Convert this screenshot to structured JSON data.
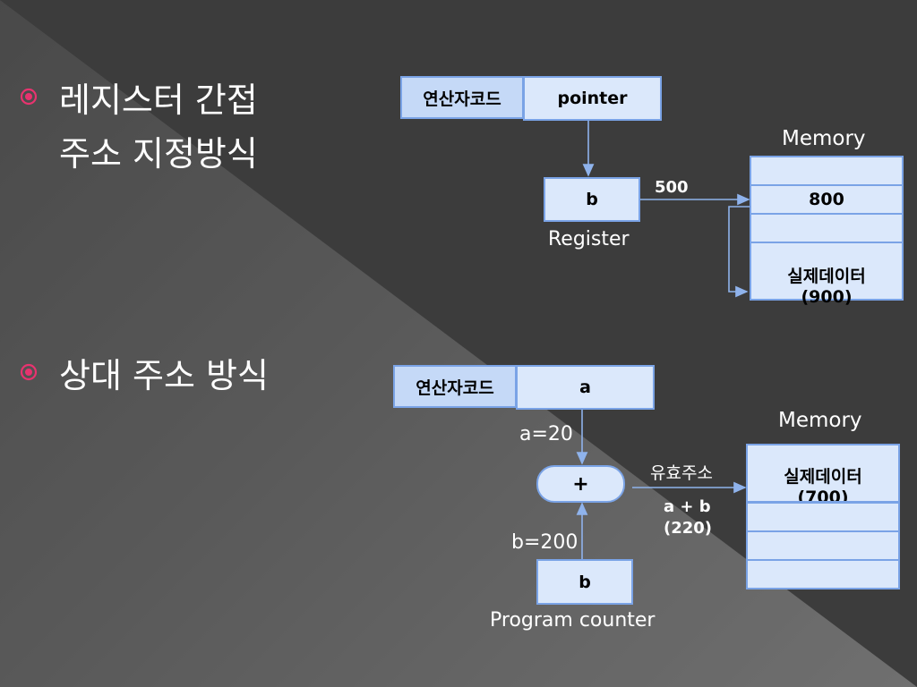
{
  "bullets": {
    "first_line1": "레지스터 간접",
    "first_line2": "주소 지정방식",
    "second": "상대 주소 방식"
  },
  "top": {
    "opcode": "연산자코드",
    "operand": "pointer",
    "register_value": "b",
    "register_label": "Register",
    "arrow_label": "500",
    "memory_title": "Memory",
    "memory_cells": [
      "",
      "800",
      "",
      "실제데이터\n(900)"
    ]
  },
  "bottom": {
    "opcode": "연산자코드",
    "operand": "a",
    "a_label": "a=20",
    "adder": "+",
    "b_label": "b=200",
    "pc_value": "b",
    "pc_label": "Program counter",
    "effective_label": "유효주소",
    "formula_line1": "a + b",
    "formula_line2": "(220)",
    "memory_title": "Memory",
    "memory_cells": [
      "실제데이터\n(700)",
      "",
      "",
      ""
    ]
  },
  "colors": {
    "accent_bullet": "#e8336f",
    "box_fill": "#dbe8fb",
    "box_border": "#7aa3e6",
    "arrow": "#8fb3ec"
  }
}
